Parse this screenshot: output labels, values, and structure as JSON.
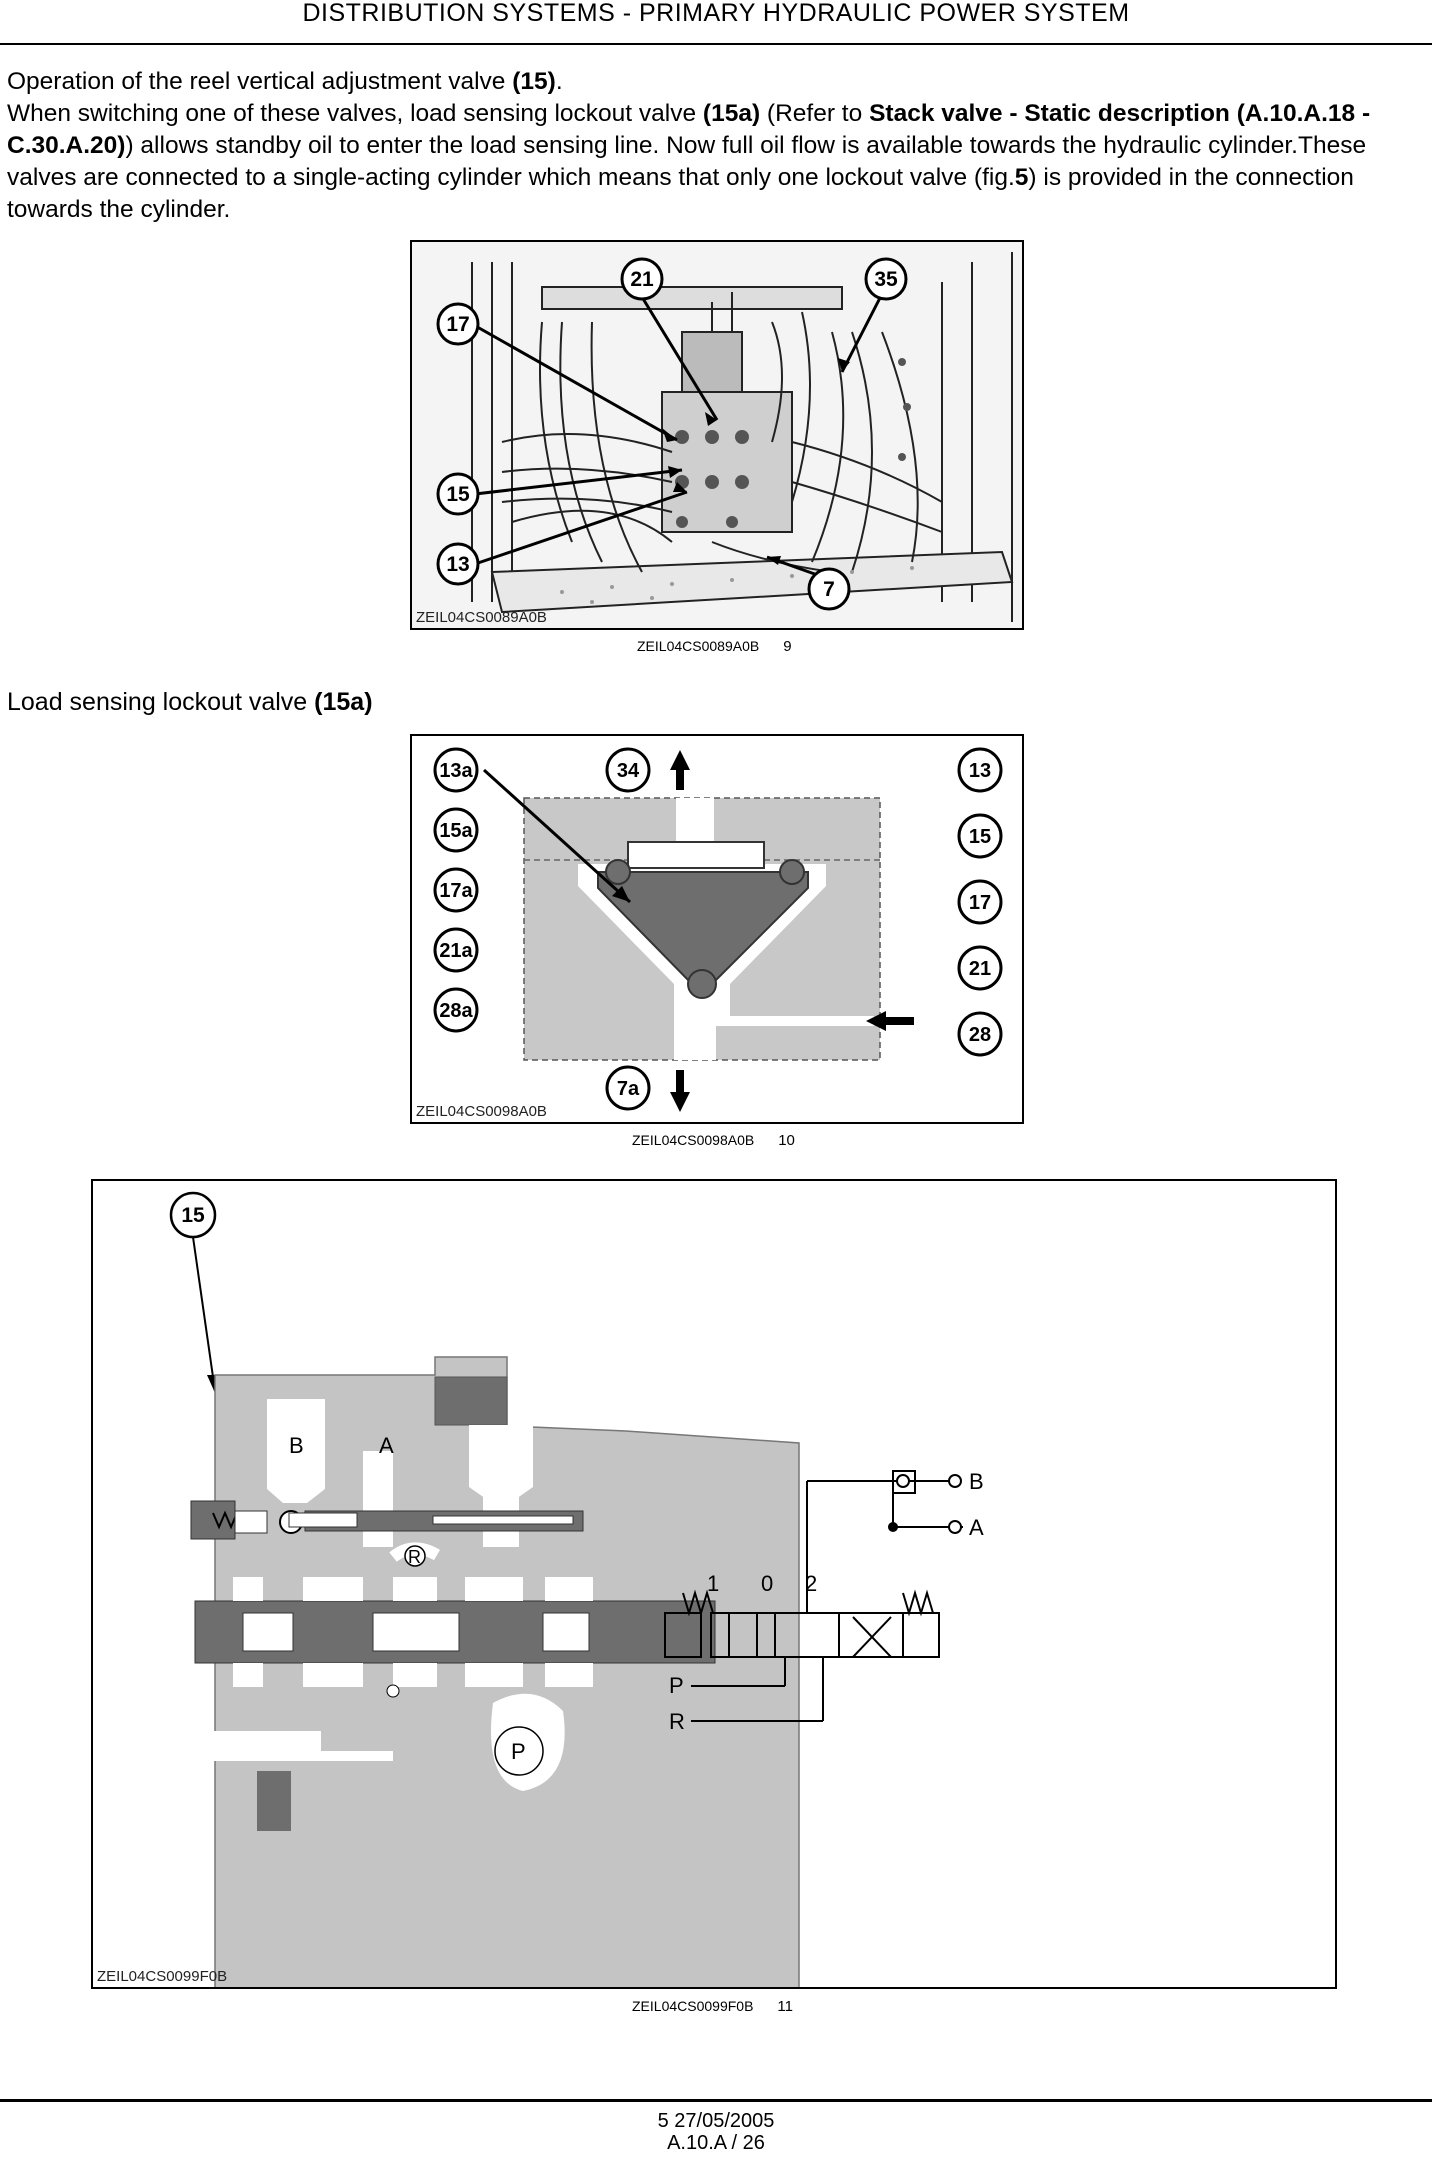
{
  "header": {
    "title": "DISTRIBUTION SYSTEMS - PRIMARY HYDRAULIC POWER SYSTEM"
  },
  "intro": {
    "line1_text": "Operation of the reel vertical adjustment valve ",
    "line1_bold": "(15)",
    "line1_end": ".",
    "p2_a": "When switching one of these valves, load sensing lockout valve ",
    "p2_b_bold": "(15a)",
    "p2_c": " (Refer to ",
    "p2_d_bold": "Stack valve - Static description (A.10.A.18 - C.30.A.20)",
    "p2_e": ") allows standby oil to enter the load sensing line. Now full oil flow is available towards the hydraulic cylinder.These valves are connected to a single-acting cylinder which means that only one lockout valve (fig.",
    "p2_f_bold": "5",
    "p2_g": ") is provided in the connection towards the cylinder."
  },
  "figure9": {
    "id_label": "ZEIL04CS0089A0B",
    "caption_code": "ZEIL04CS0089A0B",
    "caption_num": "9",
    "callouts": [
      "17",
      "21",
      "35",
      "15",
      "13",
      "7"
    ]
  },
  "section2": {
    "text": "Load sensing lockout valve ",
    "bold": "(15a)"
  },
  "figure10": {
    "id_label": "ZEIL04CS0098A0B",
    "caption_code": "ZEIL04CS0098A0B",
    "caption_num": "10",
    "left_callouts": [
      "13a",
      "15a",
      "17a",
      "21a",
      "28a"
    ],
    "right_callouts": [
      "13",
      "15",
      "17",
      "21",
      "28"
    ],
    "top_callout": "34",
    "bottom_callout": "7a"
  },
  "figure11": {
    "id_label": "ZEIL04CS0099F0B",
    "caption_code": "ZEIL04CS0099F0B",
    "caption_num": "11",
    "callout": "15",
    "port_b": "B",
    "port_a": "A",
    "port_r": "R",
    "port_p": "P",
    "sym_pos1": "1",
    "sym_pos0": "0",
    "sym_pos2": "2",
    "sym_p": "P",
    "sym_r": "R",
    "sym_b": "B",
    "sym_a": "A"
  },
  "footer": {
    "line1": "5 27/05/2005",
    "line2": "A.10.A / 26"
  }
}
